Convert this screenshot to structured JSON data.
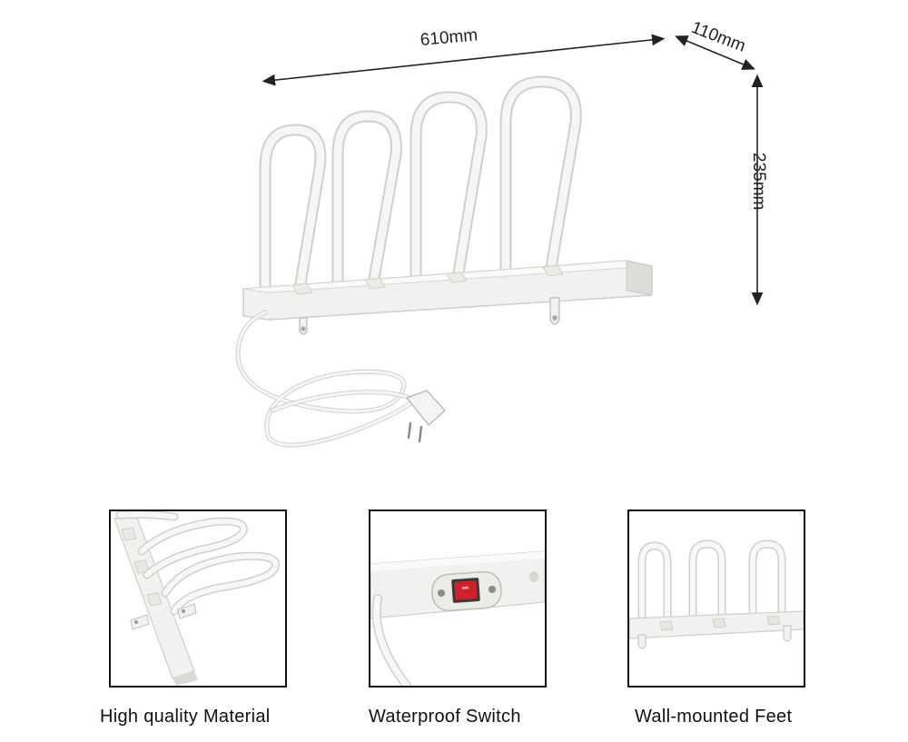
{
  "dimensions": {
    "width": "610mm",
    "depth": "110mm",
    "height": "235mm"
  },
  "features": [
    {
      "caption": "High quality Material"
    },
    {
      "caption": "Waterproof Switch"
    },
    {
      "caption": "Wall-mounted Feet"
    }
  ],
  "colors": {
    "product": "#f4f4f2",
    "outline": "#cfcfcb",
    "frame": "#111111",
    "switch": "#d0202a"
  }
}
